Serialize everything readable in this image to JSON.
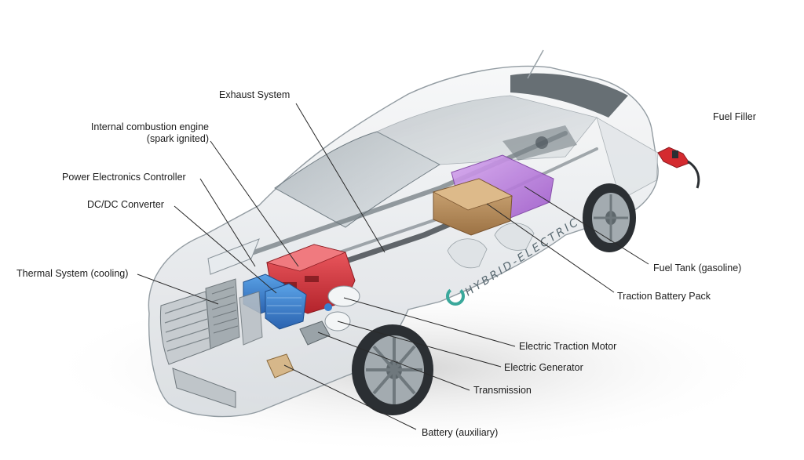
{
  "labels": {
    "exhaust_system": "Exhaust System",
    "ice_line1": "Internal combustion engine",
    "ice_line2": "(spark ignited)",
    "power_electronics": "Power Electronics Controller",
    "dcdc": "DC/DC Converter",
    "thermal": "Thermal System (cooling)",
    "fuel_filler": "Fuel Filler",
    "fuel_tank": "Fuel Tank (gasoline)",
    "traction_battery": "Traction Battery Pack",
    "traction_motor": "Electric Traction Motor",
    "generator": "Electric Generator",
    "transmission": "Transmission",
    "aux_battery": "Battery (auxiliary)"
  },
  "car_branding": "HYBRID-ELECTRIC",
  "colors": {
    "engine": "#d9333c",
    "converter": "#3a7fcf",
    "battery_pack": "#b78a55",
    "fuel_tank": "#b06ad6",
    "fuel_nozzle": "#d42a2f",
    "leader_line": "#2a2a2a",
    "body": "#e9ecef"
  }
}
